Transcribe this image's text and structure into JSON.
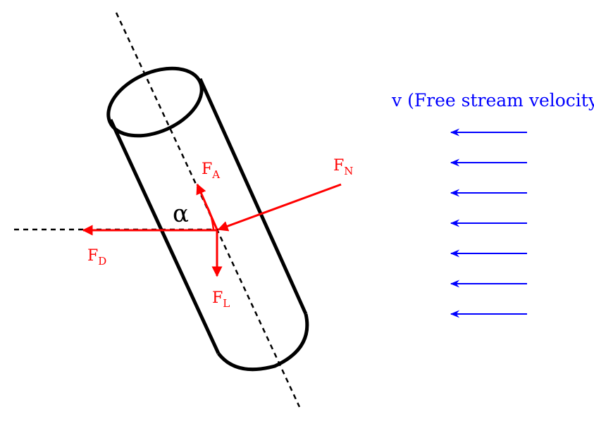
{
  "diagram": {
    "velocity_label": "v (Free stream velocity)",
    "angle_label": "α",
    "forces": {
      "axial": {
        "main": "F",
        "sub": "A"
      },
      "normal": {
        "main": "F",
        "sub": "N"
      },
      "drag": {
        "main": "F",
        "sub": "D"
      },
      "lift": {
        "main": "F",
        "sub": "L"
      }
    }
  },
  "colors": {
    "force": "#ff0000",
    "flow": "#0000ff",
    "body": "#000000"
  }
}
